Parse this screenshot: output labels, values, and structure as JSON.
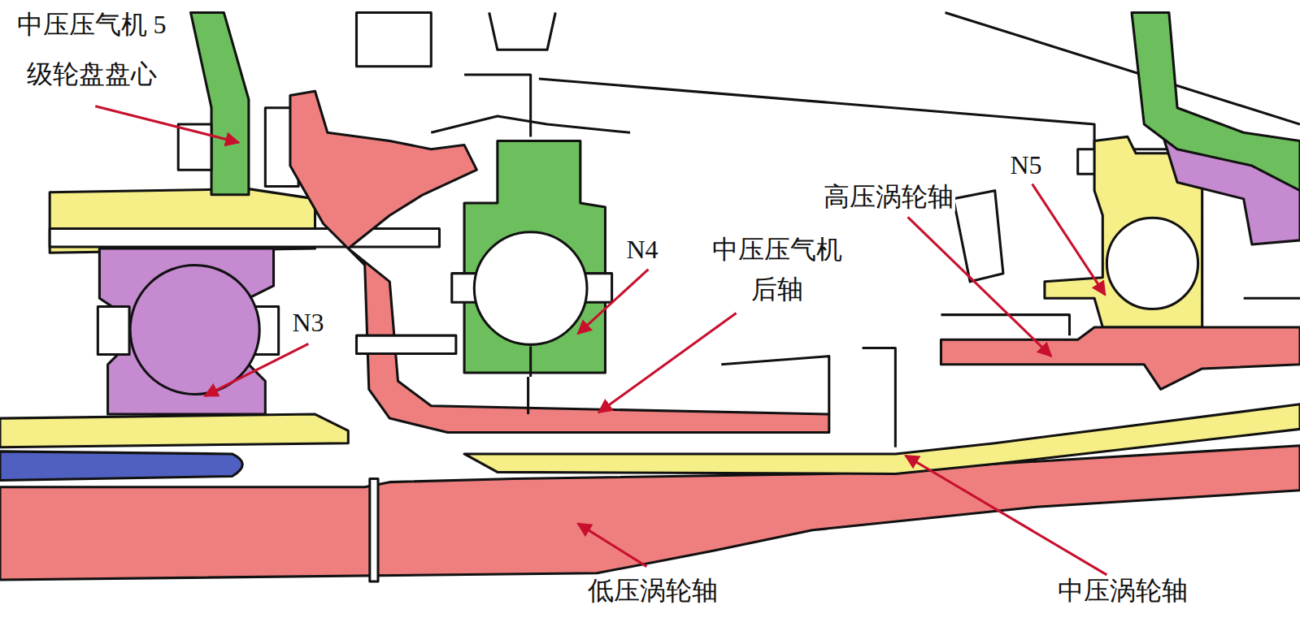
{
  "diagram": {
    "labels": [
      "中压压气机 5 级轮盘盘心",
      "N5",
      "高压涡轮轴",
      "N4",
      "中压压气机 后轴",
      "N3",
      "低压涡轮轴",
      "中压涡轮轴"
    ]
  }
}
